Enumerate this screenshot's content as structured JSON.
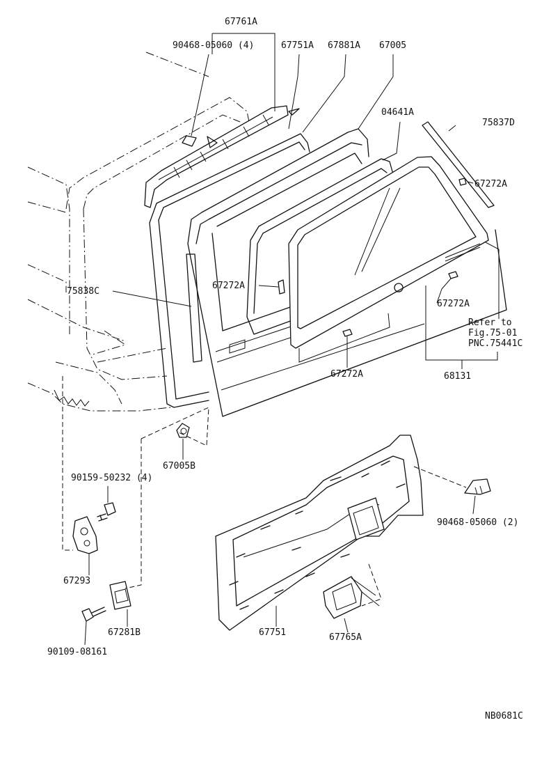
{
  "labels": {
    "p67761A": "67761A",
    "p90468_05060_4": "90468-05060 (4)",
    "p67751A": "67751A",
    "p67881A": "67881A",
    "p67005": "67005",
    "p04641A": "04641A",
    "p75837D": "75837D",
    "p67272A_top": "67272A",
    "p75838C": "75838C",
    "p67272A_left": "67272A",
    "p67272A_right": "67272A",
    "refer1": "Refer to",
    "refer2": "Fig.75-01",
    "refer3": "PNC.75441C",
    "p67272A_bottom": "67272A",
    "p68131": "68131",
    "p67005B": "67005B",
    "p90159_50232_4": "90159-50232 (4)",
    "p90468_05060_2": "90468-05060 (2)",
    "p67293": "67293",
    "p67281B": "67281B",
    "p67751": "67751",
    "p67765A": "67765A",
    "p90109_08161": "90109-08161",
    "code": "NB0681C"
  }
}
